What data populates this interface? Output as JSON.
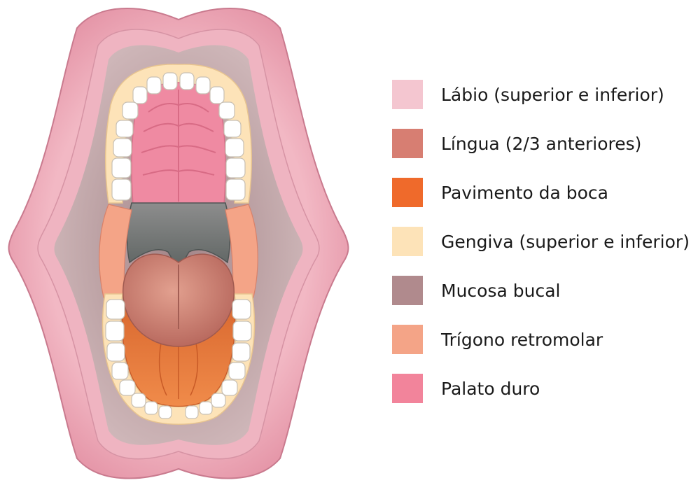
{
  "legend": [
    {
      "label": "Lábio (superior e inferior)",
      "color": "#f4c6d0"
    },
    {
      "label": "Língua (2/3 anteriores)",
      "color": "#d77e72"
    },
    {
      "label": "Pavimento da boca",
      "color": "#ef6a2b"
    },
    {
      "label": "Gengiva (superior e inferior)",
      "color": "#fde3b8"
    },
    {
      "label": "Mucosa bucal",
      "color": "#b08a8d"
    },
    {
      "label": "Trígono retromolar",
      "color": "#f4a487"
    },
    {
      "label": "Palato duro",
      "color": "#f2849b"
    }
  ]
}
